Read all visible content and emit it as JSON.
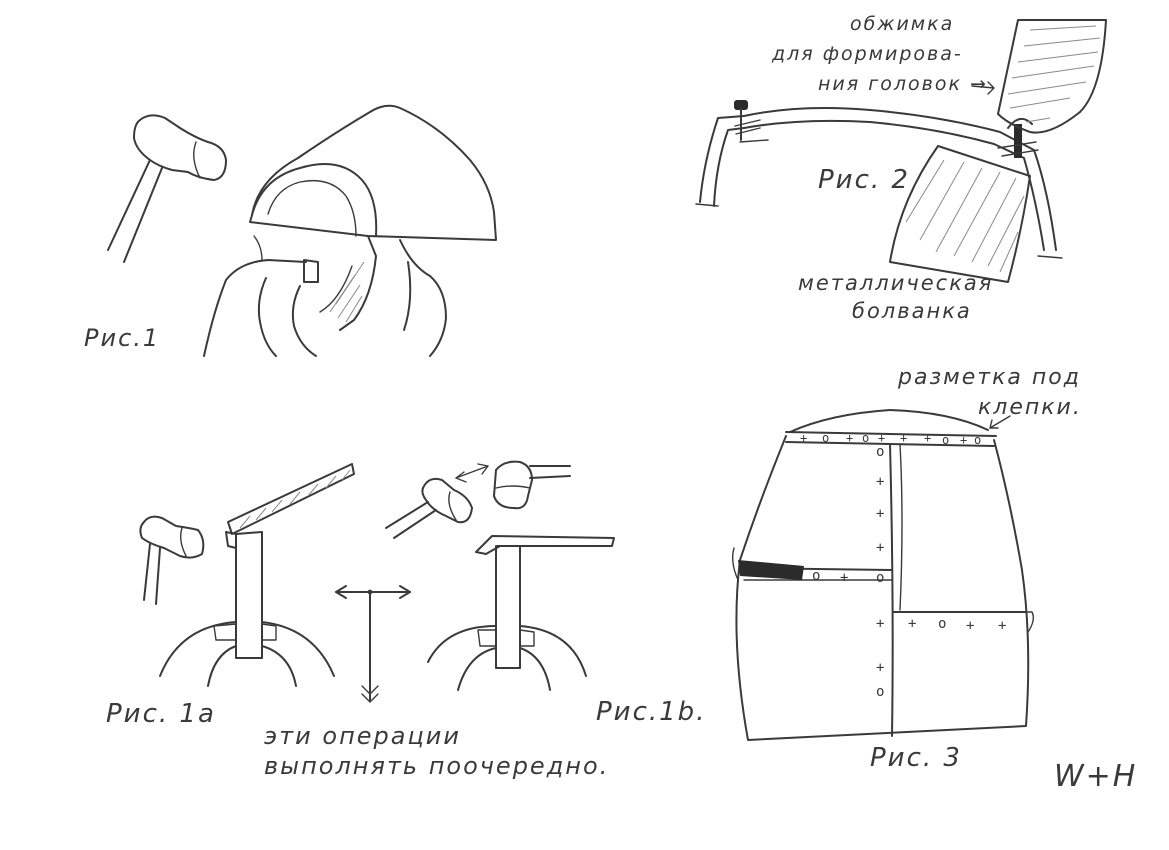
{
  "fig1": {
    "label": "Рис.1"
  },
  "fig1a": {
    "label": "Рис. 1а"
  },
  "fig1b": {
    "label": "Рис.1b."
  },
  "fig2": {
    "label": "Рис. 2",
    "die_label": [
      "обжимка",
      "для формирова-",
      "ния головок →"
    ],
    "anvil_label": [
      "металлическая",
      "болванка"
    ]
  },
  "fig3": {
    "label": "Рис. 3",
    "marking_label": [
      "разметка под",
      "клепки."
    ],
    "rivet_marks": [
      "+",
      "o"
    ]
  },
  "note": [
    "эти операции",
    "выполнять поочередно."
  ],
  "signature": "W+H",
  "colors": {
    "ink": "#3a3a3a",
    "hatch": "#8a8a8a",
    "dark": "#2b2b2b",
    "paper": "#ffffff"
  }
}
